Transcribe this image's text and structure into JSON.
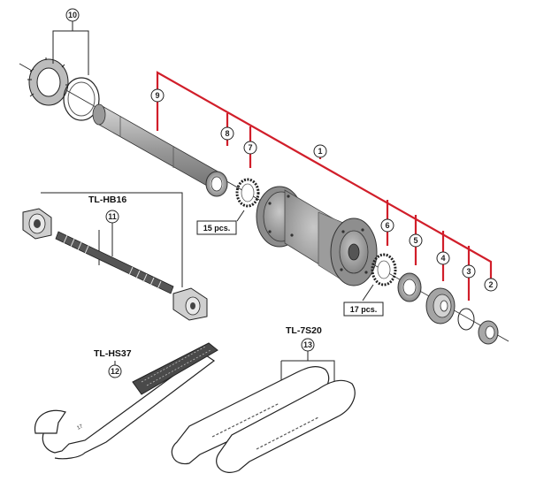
{
  "callouts": {
    "c1": "1",
    "c2": "2",
    "c3": "3",
    "c4": "4",
    "c5": "5",
    "c6": "6",
    "c7": "7",
    "c8": "8",
    "c9": "9",
    "c10": "10",
    "c11": "11",
    "c12": "12",
    "c13": "13"
  },
  "tools": {
    "hb16": "TL-HB16",
    "hs37": "TL-HS37",
    "s20": "TL-7S20"
  },
  "quantities": {
    "q15": "15 pcs.",
    "q17": "17 pcs."
  },
  "colors": {
    "leader_red": "#d11e2a",
    "part_gray": "#a9a9a9",
    "line_black": "#222222"
  }
}
